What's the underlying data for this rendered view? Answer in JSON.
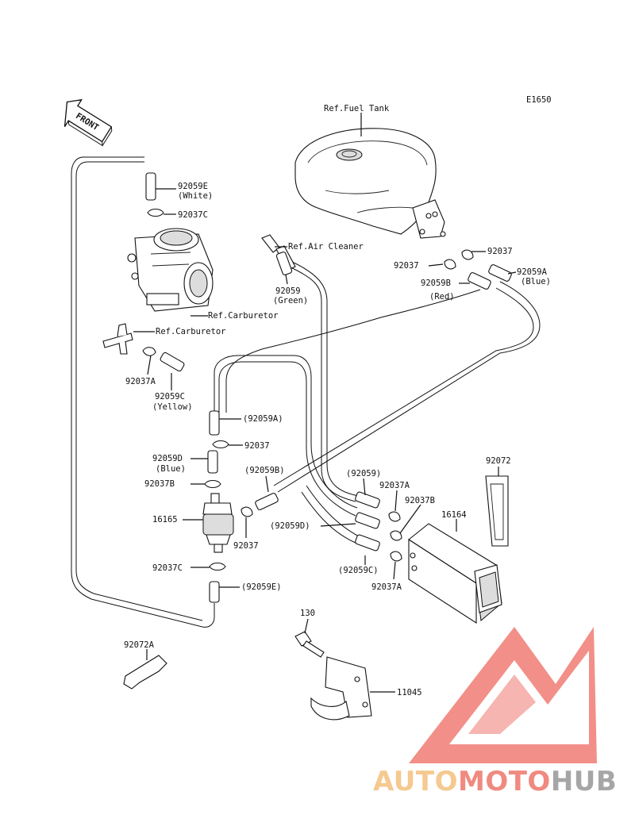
{
  "diagram_code": "E1650",
  "front_arrow": "FRONT",
  "references": {
    "fuel_tank": "Ref.Fuel Tank",
    "air_cleaner": "Ref.Air Cleaner",
    "carburetor_1": "Ref.Carburetor",
    "carburetor_2": "Ref.Carburetor"
  },
  "labels": {
    "p92059E": "92059E",
    "p92059E_color": "(White)",
    "p92037C_top": "92037C",
    "p92037_right": "92037",
    "p92037_left": "92037",
    "p92059A": "92059A",
    "p92059A_color": "(Blue)",
    "p92059B": "92059B",
    "p92059B_color": "(Red)",
    "p92059": "92059",
    "p92059_color": "(Green)",
    "p92037A_left": "92037A",
    "p92059C": "92059C",
    "p92059C_color": "(Yellow)",
    "p92059A_paren": "(92059A)",
    "p92037_mid": "92037",
    "p92059D": "92059D",
    "p92059D_color": "(Blue)",
    "p92037B_left": "92037B",
    "p92059B_paren": "(92059B)",
    "p16165": "16165",
    "p92037_low": "92037",
    "p92037C_low": "92037C",
    "p92059E_paren": "(92059E)",
    "p92059_paren": "(92059)",
    "p92037A_mid": "92037A",
    "p92037B_right": "92037B",
    "p92059D_paren": "(92059D)",
    "p92059C_paren": "(92059C)",
    "p92037A_low": "92037A",
    "p16164": "16164",
    "p92072": "92072",
    "p92072A": "92072A",
    "p130": "130",
    "p11045": "11045"
  },
  "watermark": {
    "part1": "AUTO",
    "part2": "MOTO",
    "part3": "HUB",
    "colors": {
      "auto": "#f5c98f",
      "moto": "#f08a80",
      "hub": "#a6a6a6",
      "triangle": "#f28a82"
    }
  }
}
